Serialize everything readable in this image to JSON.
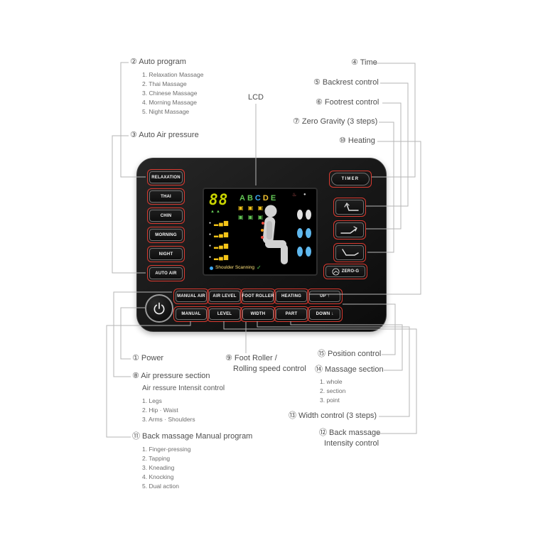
{
  "colors": {
    "highlight_red": "#d93a30",
    "wire_gray": "#b5b5b5",
    "lcd_digit": "#c9d400",
    "lcd_green": "#62c554",
    "lcd_blue": "#3fa9f5",
    "lcd_yellow": "#f5c518",
    "status_check_green": "#58d058"
  },
  "icons": {
    "power-icon": "arc + vertical bar",
    "backrest-icon": "recliner backrest line with arrow",
    "footrest-icon": "recliner footrest line with arrow",
    "recline-icon": "reclined chair profile",
    "zero-g-icon": "circled reclining figure",
    "check-icon": "✓",
    "feet-icon": "footprint pairs",
    "body-figure-icon": "seated person silhouette",
    "air-bars-icon": "▂▄▆",
    "up-arrow": "↑",
    "down-arrow": "↓"
  },
  "annotations": {
    "auto_program": {
      "title": "② Auto program",
      "items": [
        "1. Relaxation Massage",
        "2. Thai Massage",
        "3. Chinese Massage",
        "4. Morning Massage",
        "5. Night Massage"
      ]
    },
    "auto_air": "③ Auto Air pressure",
    "lcd": "LCD",
    "time": "④ Time",
    "backrest": "⑤ Backrest control",
    "footrest": "⑥ Footrest control",
    "zero_gravity": "⑦ Zero Gravity (3 steps)",
    "heating": "⑩ Heating",
    "power": "① Power",
    "air_pressure": {
      "title": "⑧ Air pressure section",
      "subtitle": "Air ressure Intensit control",
      "items": [
        "1. Legs",
        "2. Hip · Waist",
        "3. Arms · Shoulders"
      ]
    },
    "foot_roller": {
      "line1": "⑨ Foot Roller /",
      "line2": "Rolling speed control"
    },
    "position": "⑮ Position control",
    "massage_section": {
      "title": "⑭ Massage section",
      "items": [
        "1. whole",
        "2. section",
        "3. point"
      ]
    },
    "width_control": "⑬ Width control (3 steps)",
    "back_intensity": {
      "line1": "⑫ Back massage",
      "line2": "Intensity control"
    },
    "manual_program": {
      "title": "⑪ Back massage Manual program",
      "items": [
        "1. Finger-pressing",
        "2. Tapping",
        "3. Kneading",
        "4. Knocking",
        "5. Dual action"
      ]
    }
  },
  "remote": {
    "left_buttons": [
      "RELAXATION",
      "THAI",
      "CHIN",
      "MORNING",
      "NIGHT",
      "AUTO AIR"
    ],
    "timer_button": "TIMER",
    "zero_g_button": "ZERO-G",
    "bottom_row1": [
      "MANUAL AIR",
      "AIR LEVEL",
      "FOOT ROLLER",
      "HEATING",
      "UP ↑"
    ],
    "bottom_row2": [
      "MANUAL",
      "LEVEL",
      "WIDTH",
      "PART",
      "DOWN ↓"
    ],
    "lcd": {
      "digits": "88",
      "letters": [
        "A",
        "B",
        "C",
        "D",
        "E"
      ],
      "status": "Shoulder Scanning"
    }
  }
}
